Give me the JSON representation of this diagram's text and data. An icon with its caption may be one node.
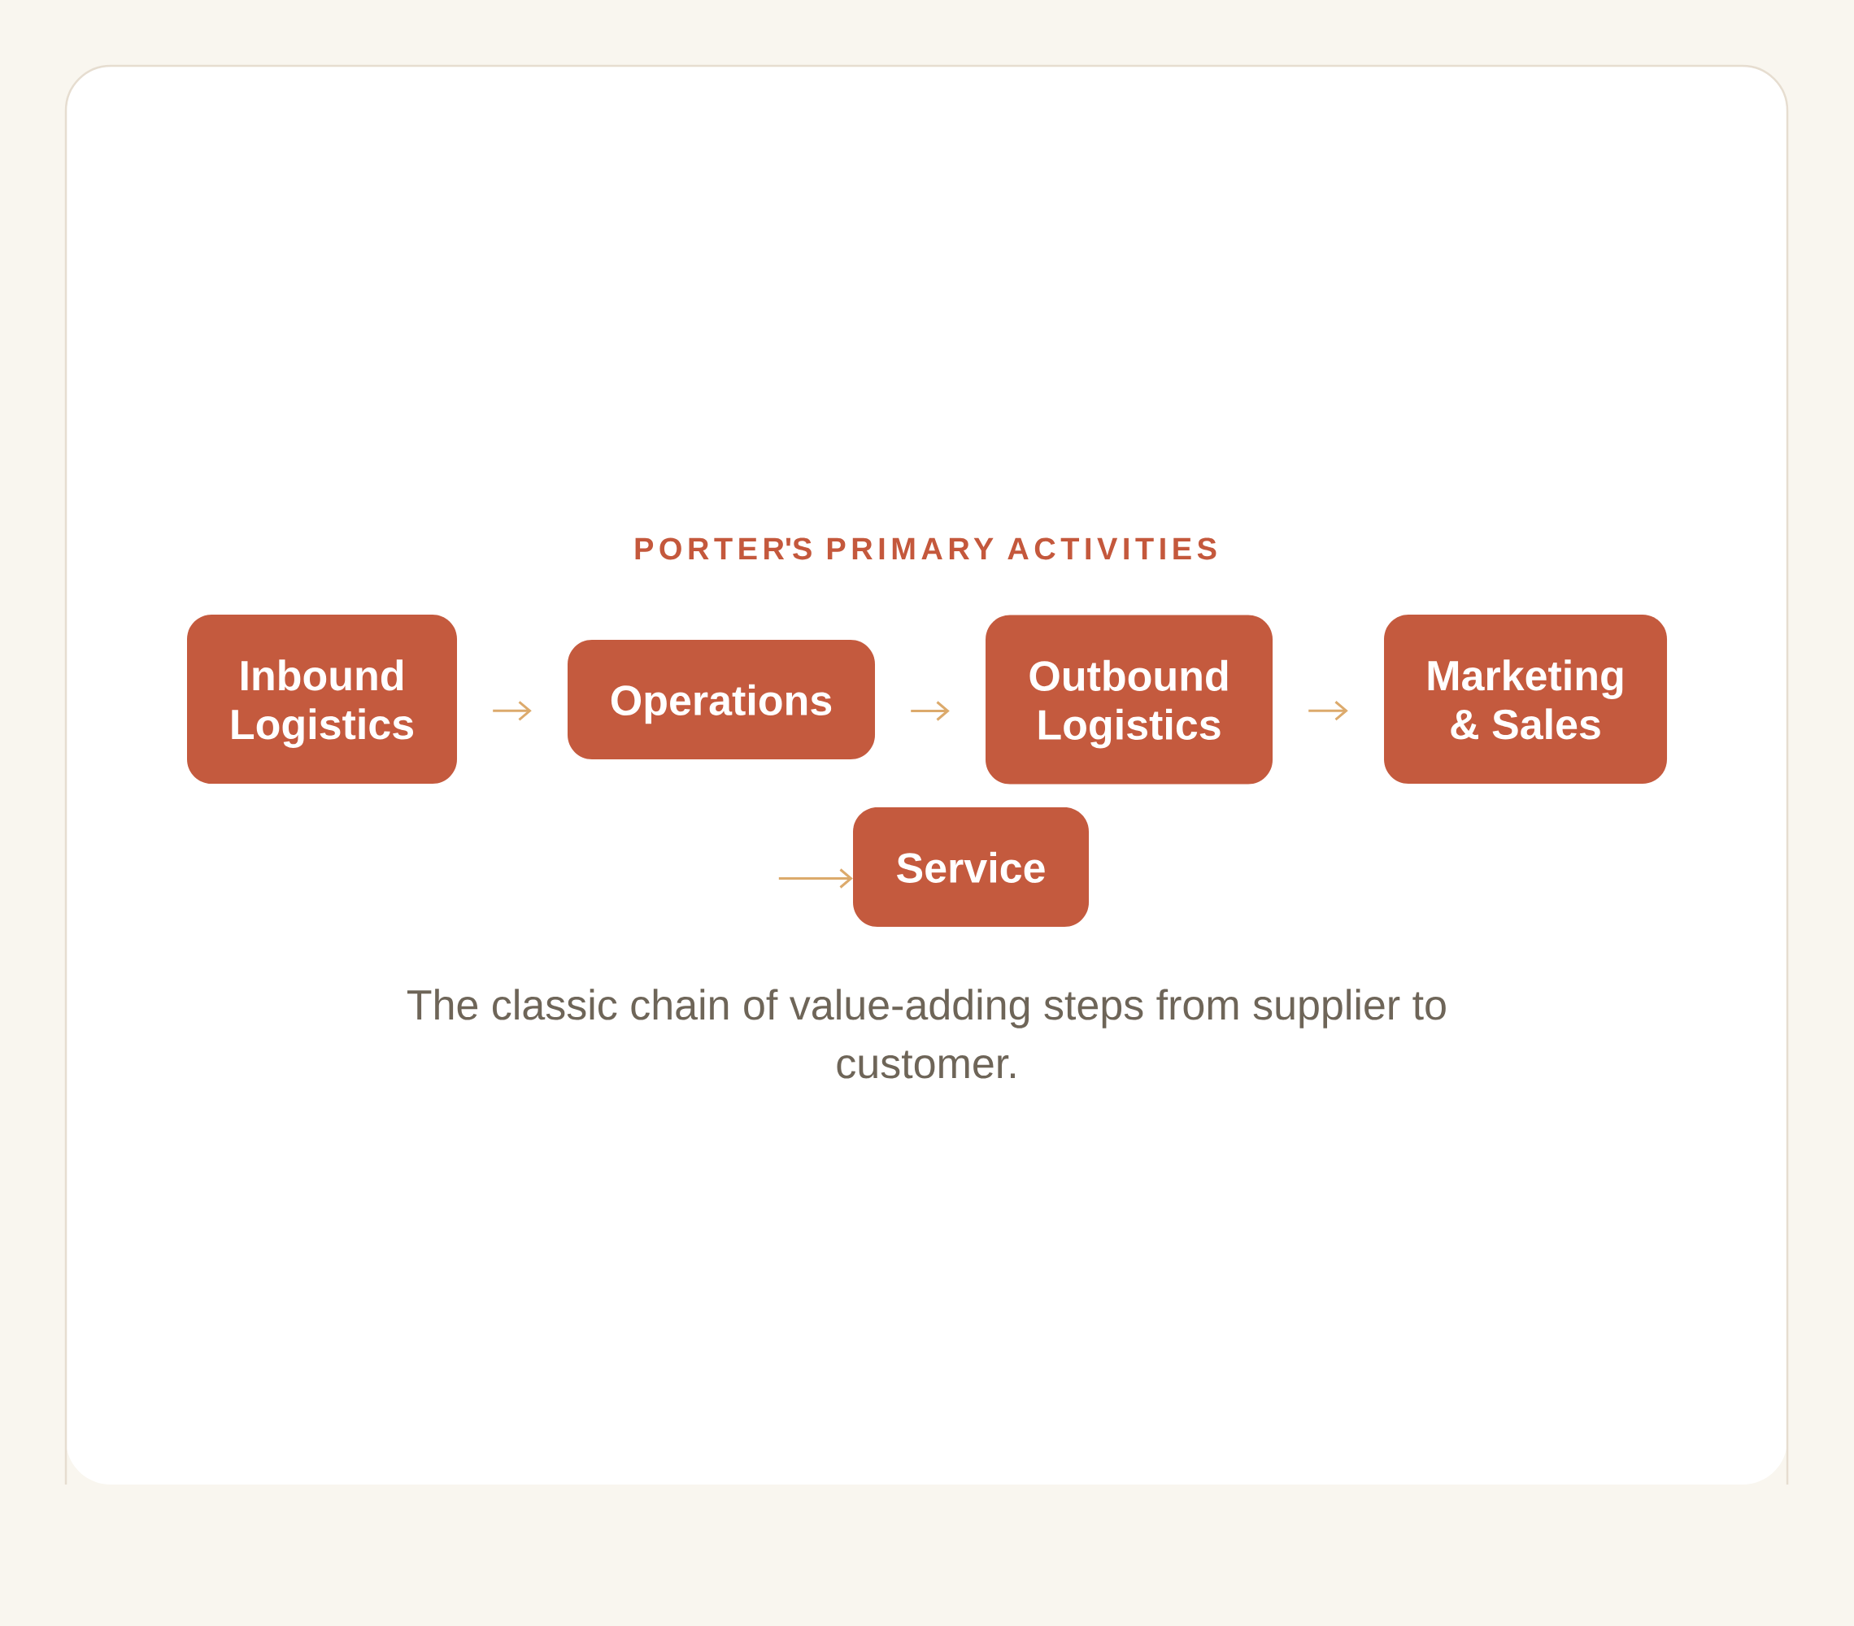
{
  "diagram": {
    "title": "PORTER'S PRIMARY ACTIVITIES",
    "nodes": [
      {
        "text": [
          "Inbound Logistics"
        ]
      },
      {
        "text": [
          "Operations"
        ]
      },
      {
        "text": [
          "Outbound Logistics"
        ]
      },
      {
        "text": [
          "Marketing & Sales"
        ]
      },
      {
        "text": [
          "Service"
        ]
      }
    ],
    "edges": [
      {
        "from": 0,
        "to": 1,
        "arrow": "to"
      },
      {
        "from": 1,
        "to": 2,
        "arrow": "to"
      },
      {
        "from": 2,
        "to": 3,
        "arrow": "to"
      },
      {
        "from": null,
        "to": 4,
        "arrow": "to"
      }
    ],
    "caption": "The classic chain of value-adding steps from supplier to customer."
  }
}
